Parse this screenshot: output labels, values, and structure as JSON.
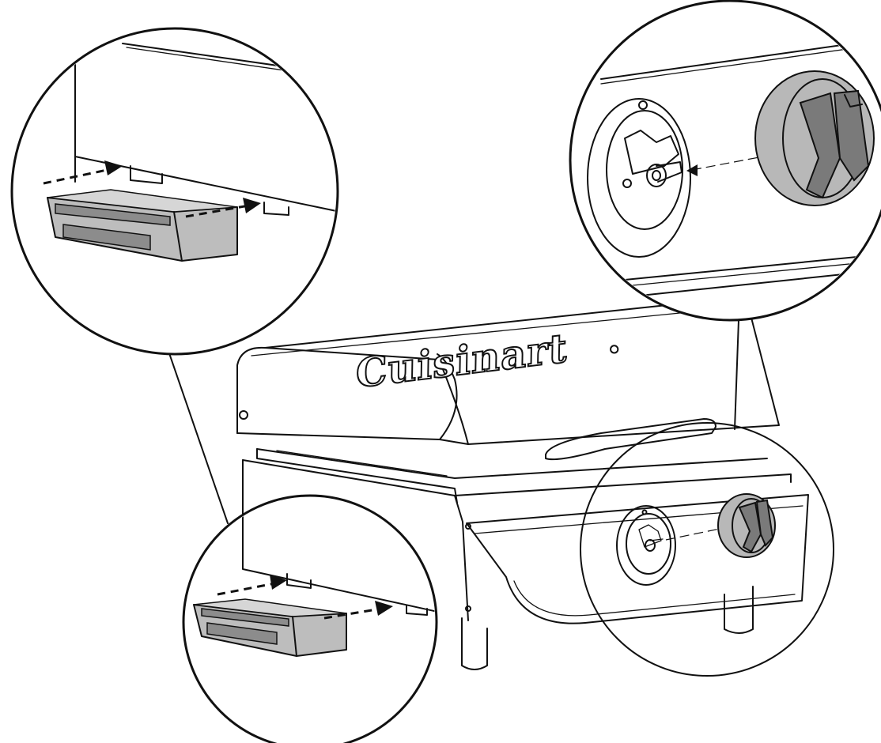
{
  "brand": {
    "logo_text": "Cuisinart",
    "logo_mark": "."
  },
  "colors": {
    "line": "#111111",
    "background": "#ffffff",
    "part_fill": "#bdbdbd",
    "part_shadow": "#8c8c8c",
    "knob_fill": "#b8b8b8"
  },
  "callouts": [
    {
      "id": "drip-tray-detail",
      "icon": "grease-tray"
    },
    {
      "id": "control-knob-detail",
      "icon": "control-knob"
    },
    {
      "id": "control-panel-detail",
      "icon": "control-knob"
    },
    {
      "id": "drip-tray-small-detail",
      "icon": "grease-tray"
    }
  ]
}
